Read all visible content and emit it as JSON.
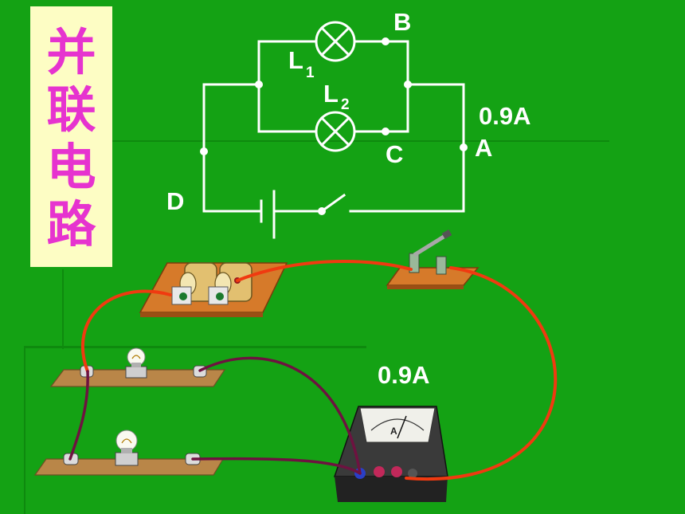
{
  "title": {
    "chars": [
      "并",
      "联",
      "电",
      "路"
    ]
  },
  "circuit": {
    "node_b": "B",
    "node_c": "C",
    "node_a": "A",
    "node_d": "D",
    "lamp1_label": "L",
    "lamp1_sub": "1",
    "lamp2_label": "L",
    "lamp2_sub": "2",
    "current_reading": "0.9A"
  },
  "apparatus": {
    "ammeter_reading": "0.9A",
    "ammeter_letter": "A"
  },
  "colors": {
    "background": "#14a214",
    "title_bg": "#fdfdc4",
    "title_text": "#e633cf",
    "red_wire": "#f03a10",
    "purple_wire": "#6e1240",
    "board": "#d67a2a"
  }
}
